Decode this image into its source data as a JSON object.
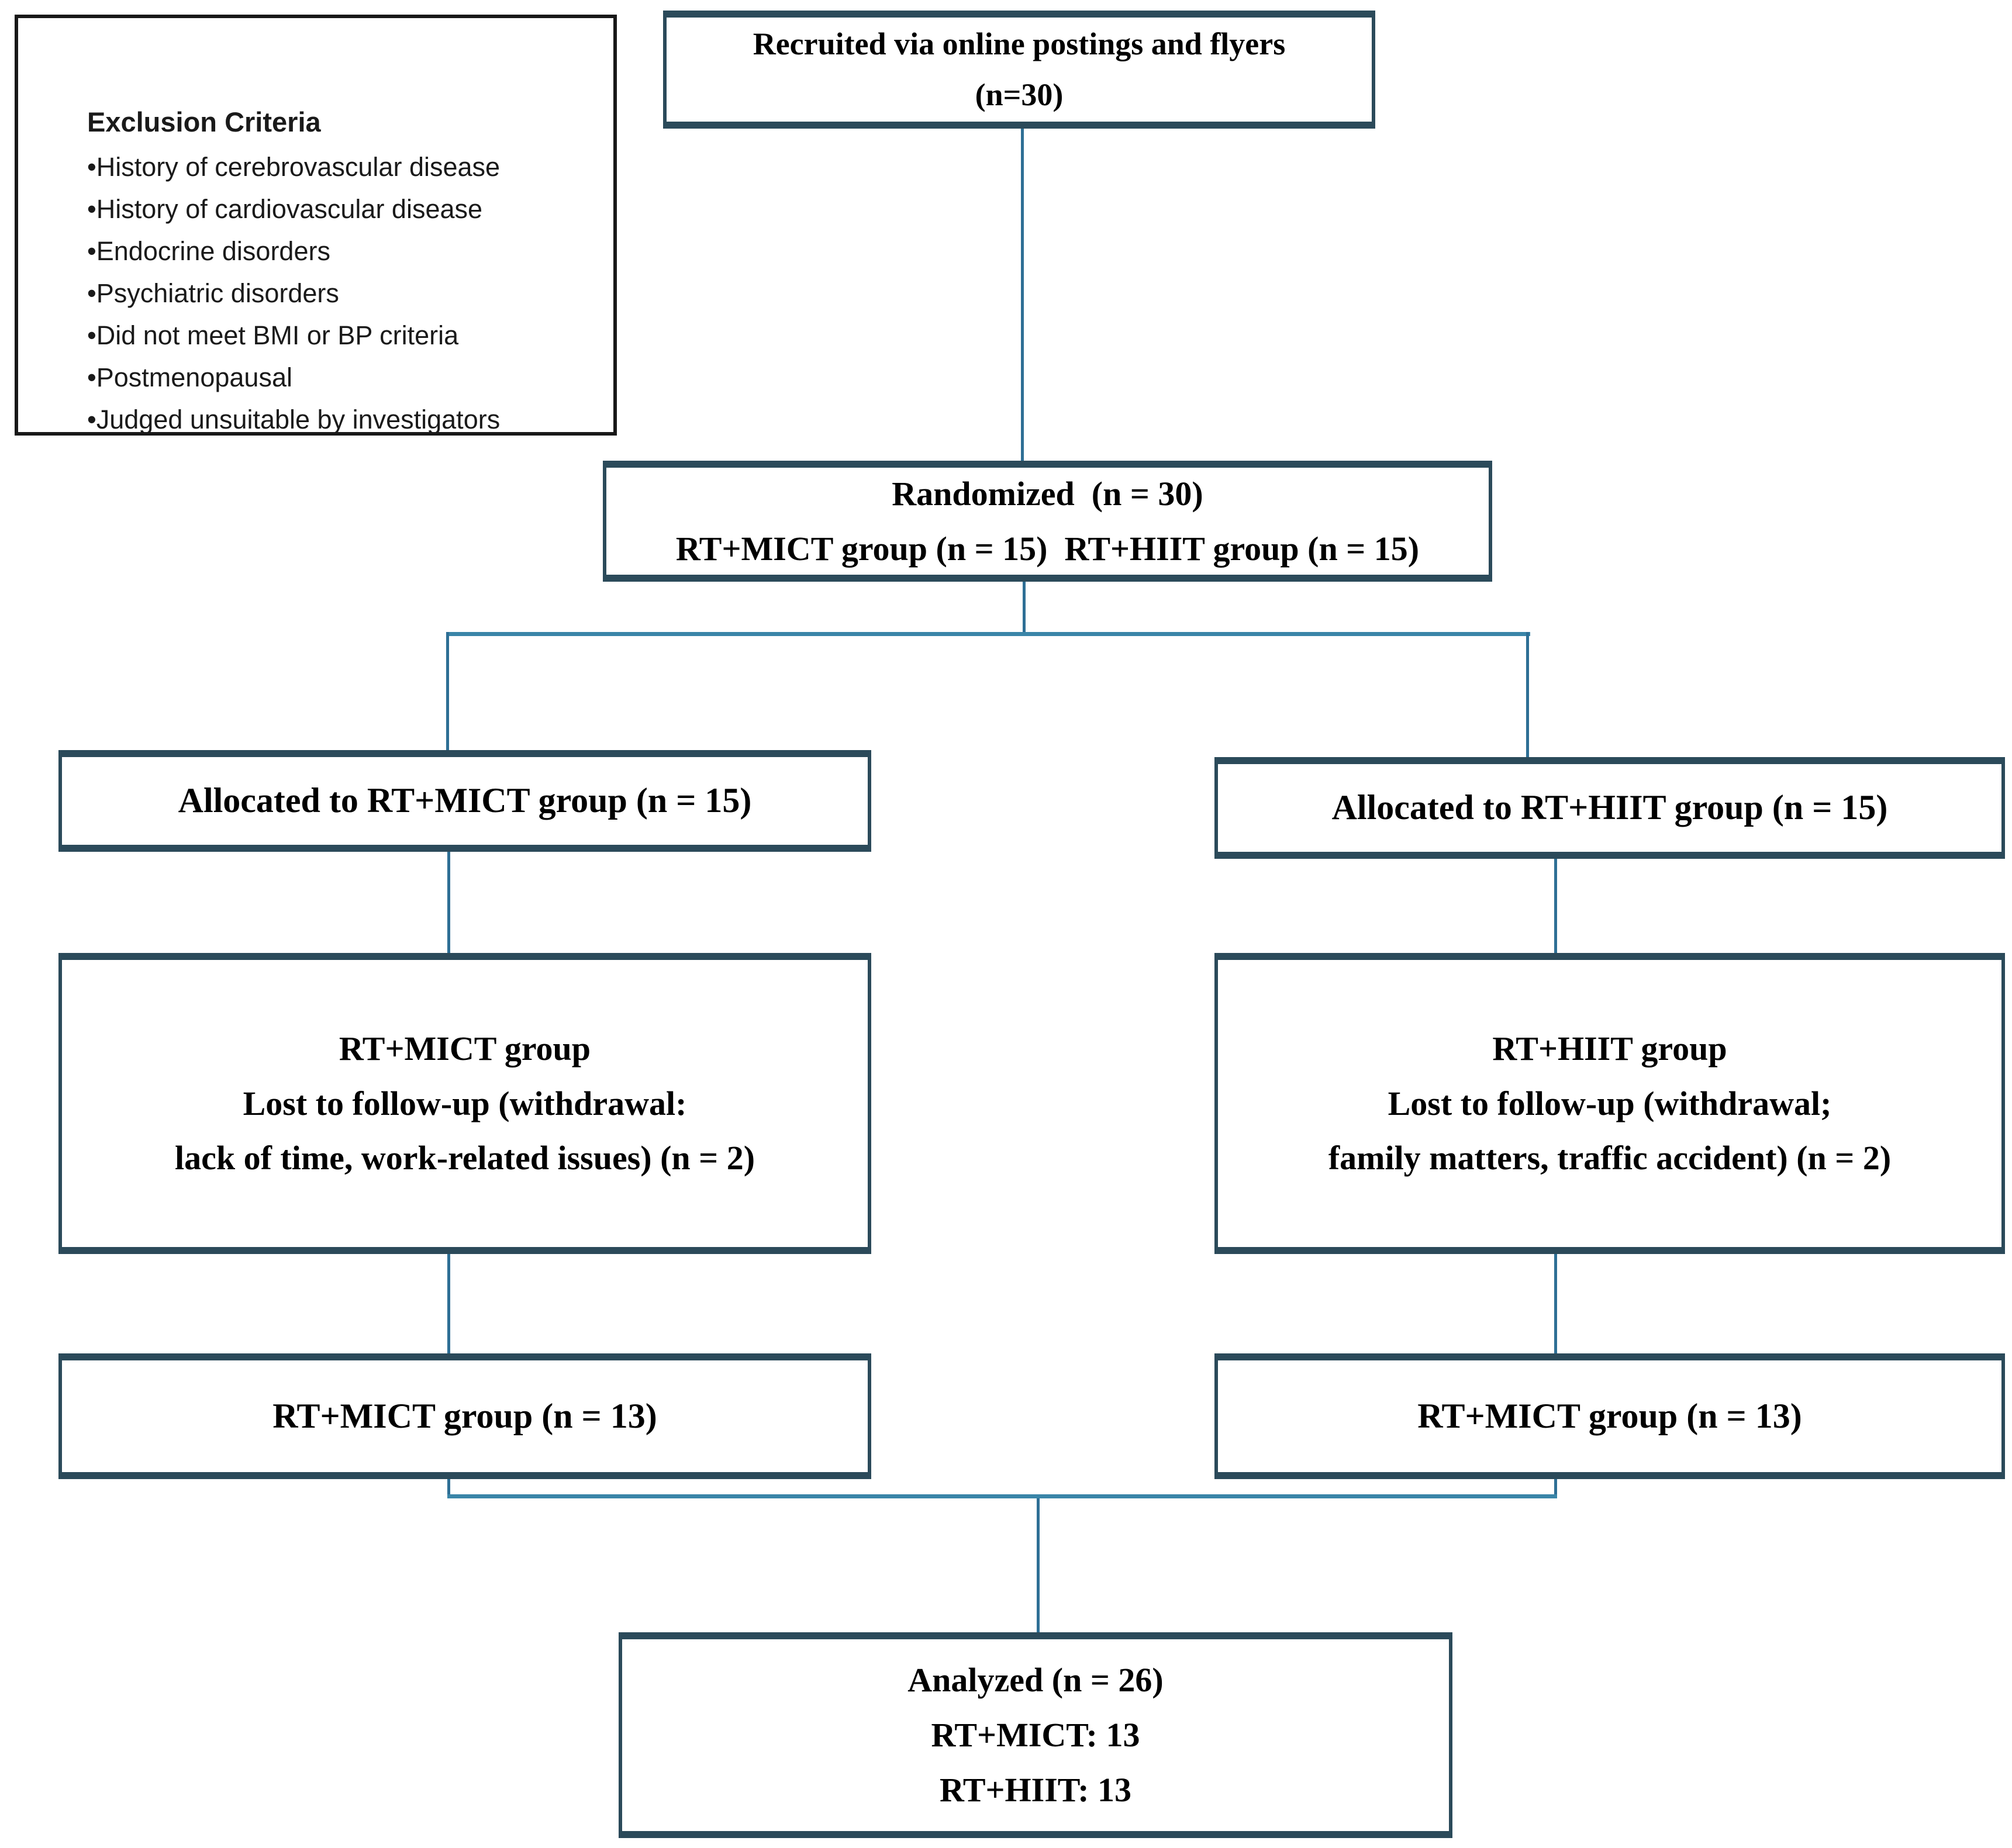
{
  "colors": {
    "box_border": "#2b4a5a",
    "exclusion_border": "#181818",
    "connector_vertical": "#2e6f95",
    "connector_horizontal": "#3a85a8",
    "text": "#000000",
    "background": "#ffffff"
  },
  "exclusion": {
    "title": "Exclusion Criteria",
    "items": [
      "•History of cerebrovascular disease",
      "•History of cardiovascular disease",
      "•Endocrine disorders",
      "•Psychiatric disorders",
      "•Did not meet BMI or BP criteria",
      "•Postmenopausal",
      "•Judged unsuitable by investigators"
    ]
  },
  "recruited": {
    "lines": [
      "Recruited via online postings and flyers",
      "(n=30)"
    ]
  },
  "randomized": {
    "lines": [
      "Randomized  (n = 30)",
      "RT+MICT group (n = 15)  RT+HIIT group (n = 15)"
    ]
  },
  "allocated_left": {
    "label": "Allocated to RT+MICT group (n = 15)"
  },
  "allocated_right": {
    "label": "Allocated to RT+HIIT group (n = 15)"
  },
  "lost_left": {
    "lines": [
      "RT+MICT group",
      "Lost to follow-up (withdrawal:",
      "lack of time, work-related issues) (n = 2)"
    ]
  },
  "lost_right": {
    "lines": [
      "RT+HIIT group",
      "Lost to follow-up (withdrawal;",
      "family matters, traffic accident) (n = 2)"
    ]
  },
  "group_left": {
    "label": "RT+MICT group (n = 13)"
  },
  "group_right": {
    "label": "RT+MICT group (n = 13)"
  },
  "analyzed": {
    "lines": [
      "Analyzed (n = 26)",
      "RT+MICT: 13",
      "RT+HIIT: 13"
    ]
  }
}
